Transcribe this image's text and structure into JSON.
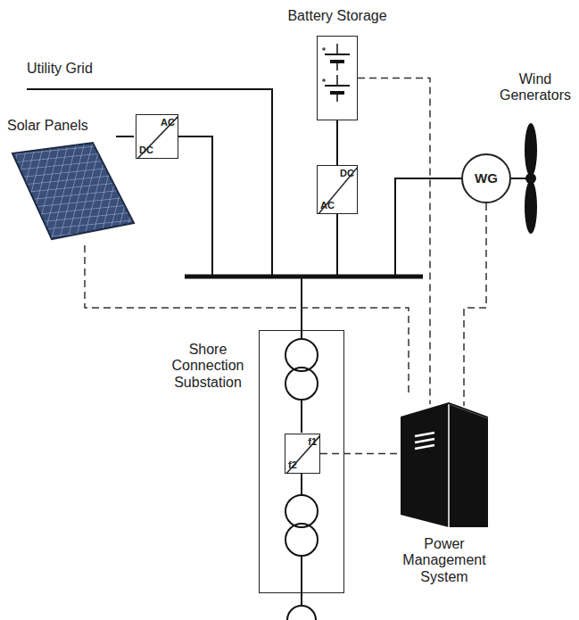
{
  "diagram": {
    "nodes": [
      {
        "text": [
          "Battery Storage"
        ]
      },
      {
        "text": [
          "AC",
          "DC"
        ]
      },
      {
        "text": [
          "DC",
          "AC"
        ]
      },
      {
        "text": [
          "WG"
        ]
      },
      {
        "text": [
          "Shore Connection Substation"
        ]
      },
      {
        "text": [
          "f1",
          "f2"
        ],
        "in": 4
      },
      {
        "text": [
          "Power Management System"
        ]
      }
    ],
    "edges": [
      {
        "from": 0,
        "to": 2,
        "arrow": "none"
      },
      {
        "from": 0,
        "to": 6,
        "arrow": "none"
      },
      {
        "from": 3,
        "to": 6,
        "arrow": "none"
      },
      {
        "from": 5,
        "to": 6,
        "arrow": "none"
      }
    ],
    "labels": [
      "Utility Grid",
      "Solar Panels",
      "Wind Generators"
    ]
  }
}
